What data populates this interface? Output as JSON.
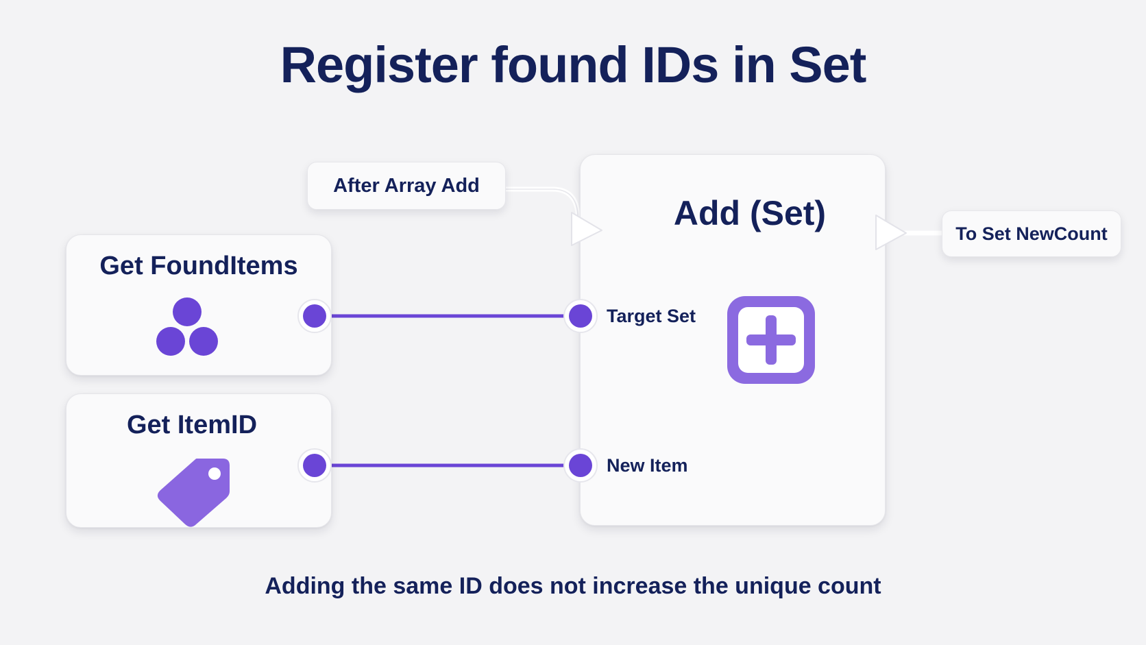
{
  "title": "Register found IDs in Set",
  "caption": "Adding the same ID does not increase the unique count",
  "nodes": {
    "get_found_items": {
      "label": "Get FoundItems",
      "icon": "three-circles-icon"
    },
    "get_item_id": {
      "label": "Get ItemID",
      "icon": "tag-icon"
    },
    "add_set": {
      "label": "Add (Set)",
      "icon": "plus-square-icon",
      "pins": {
        "target_set": "Target Set",
        "new_item": "New Item"
      }
    }
  },
  "exec": {
    "incoming": "After Array Add",
    "outgoing": "To Set NewCount"
  },
  "colors": {
    "accent": "#6a45d6",
    "accent_light": "#8b6ae0",
    "text": "#14215a",
    "card": "#fafafb",
    "background": "#f3f3f5"
  }
}
